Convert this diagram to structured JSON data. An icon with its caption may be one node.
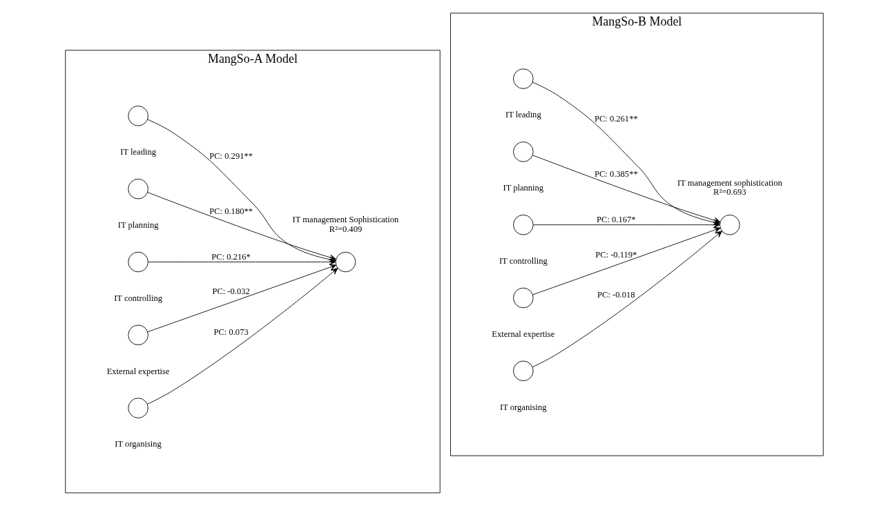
{
  "diagram": {
    "nodes": [
      {
        "text": [
          "MangSo-A Model"
        ]
      },
      {
        "text": [],
        "shape": "circle",
        "beside": [
          "IT leading"
        ],
        "in": 0
      },
      {
        "text": [],
        "shape": "circle",
        "beside": [
          "IT planning"
        ],
        "in": 0
      },
      {
        "text": [],
        "shape": "circle",
        "beside": [
          "IT controlling"
        ],
        "in": 0
      },
      {
        "text": [],
        "shape": "circle",
        "beside": [
          "External expertise"
        ],
        "in": 0
      },
      {
        "text": [],
        "shape": "circle",
        "beside": [
          "IT organising"
        ],
        "in": 0
      },
      {
        "text": [],
        "shape": "circle",
        "beside": [
          "IT management Sophistication",
          "R²=0.409"
        ],
        "in": 0
      },
      {
        "text": [
          "MangSo-B Model"
        ]
      },
      {
        "text": [],
        "shape": "circle",
        "beside": [
          "IT leading"
        ],
        "in": 7
      },
      {
        "text": [],
        "shape": "circle",
        "beside": [
          "IT planning"
        ],
        "in": 7
      },
      {
        "text": [],
        "shape": "circle",
        "beside": [
          "IT controlling"
        ],
        "in": 7
      },
      {
        "text": [],
        "shape": "circle",
        "beside": [
          "External expertise"
        ],
        "in": 7
      },
      {
        "text": [],
        "shape": "circle",
        "beside": [
          "IT organising"
        ],
        "in": 7
      },
      {
        "text": [],
        "shape": "circle",
        "beside": [
          "IT management sophistication",
          "R²=0.693"
        ],
        "in": 7
      }
    ],
    "edges": [
      {
        "from": 1,
        "to": 6,
        "arrow": "to",
        "label": "PC: 0.291**"
      },
      {
        "from": 2,
        "to": 6,
        "arrow": "to",
        "label": "PC: 0.180**"
      },
      {
        "from": 3,
        "to": 6,
        "arrow": "to",
        "label": "PC: 0.216*"
      },
      {
        "from": 4,
        "to": 6,
        "arrow": "to",
        "label": "PC: -0.032"
      },
      {
        "from": 5,
        "to": 6,
        "arrow": "to",
        "label": "PC: 0.073"
      },
      {
        "from": 8,
        "to": 13,
        "arrow": "to",
        "label": "PC: 0.261**"
      },
      {
        "from": 9,
        "to": 13,
        "arrow": "to",
        "label": "PC: 0.385**"
      },
      {
        "from": 10,
        "to": 13,
        "arrow": "to",
        "label": "PC: 0.167*"
      },
      {
        "from": 11,
        "to": 13,
        "arrow": "to",
        "label": "PC: -0.119*"
      },
      {
        "from": 12,
        "to": 13,
        "arrow": "to",
        "label": "PC: -0.018"
      }
    ]
  }
}
